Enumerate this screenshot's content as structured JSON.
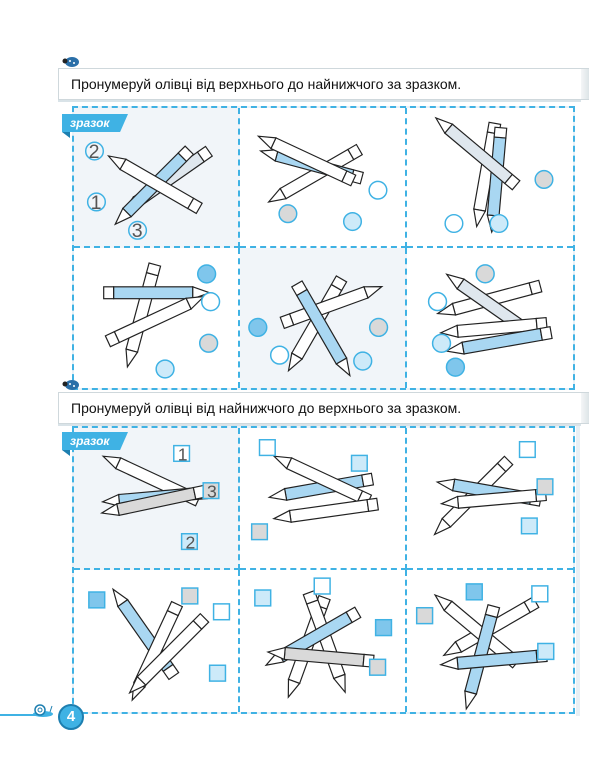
{
  "task1": {
    "text": "Пронумеруй олівці від верхнього до найнижчого за зразком."
  },
  "task2": {
    "text": "Пронумеруй олівці від найнижчого до верхнього за зразком."
  },
  "sample_label": "зразок",
  "sample1_numbers": [
    "2",
    "1",
    "3"
  ],
  "sample2_numbers": [
    "1",
    "3",
    "2"
  ],
  "page_number": "4",
  "colors": {
    "accent": "#3fb2e4",
    "pencil_blue": "#a9d7f2",
    "pencil_gray": "#d9d9d9"
  }
}
